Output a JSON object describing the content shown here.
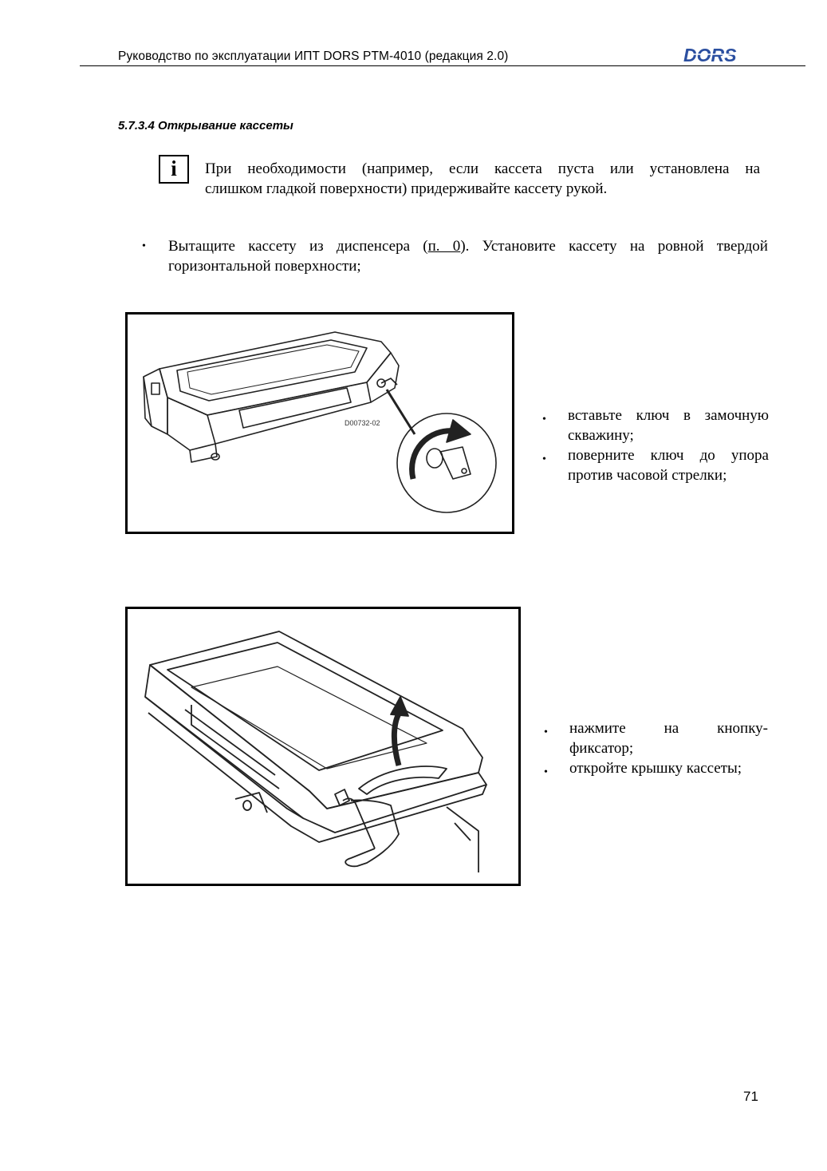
{
  "header": {
    "title": "Руководство по эксплуатации ИПТ DORS PTM-4010 (редакция 2.0)",
    "logo_text": "DORS",
    "logo_color": "#2b4fa0"
  },
  "section": {
    "heading": "5.7.3.4  Открывание кассеты"
  },
  "note": {
    "icon_glyph": "i",
    "line1": "При необходимости (например, если кассета пуста или установлена на",
    "line2": "слишком гладкой поверхности) придерживайте кассету рукой."
  },
  "intro_bullet": {
    "bullet": "•",
    "line1_a": "Вытащите кассету из диспенсера (",
    "line1_ref": "п. 0",
    "line1_b": "). Установите кассету на ровной твердой",
    "line2": "горизонтальной поверхности;"
  },
  "figure1": {
    "label": "D00732-02",
    "steps": [
      {
        "bullet": "•",
        "line1": "вставьте ключ в замочную",
        "line2": "скважину;"
      },
      {
        "bullet": "•",
        "line1": "поверните ключ до упора",
        "line2": "против часовой стрелки;"
      }
    ]
  },
  "figure2": {
    "steps": [
      {
        "bullet": "•",
        "line1": "нажмите на кнопку-",
        "line2": "фиксатор;"
      },
      {
        "bullet": "•",
        "line1": "откройте крышку кассеты;"
      }
    ]
  },
  "footer": {
    "page_number": "71"
  }
}
